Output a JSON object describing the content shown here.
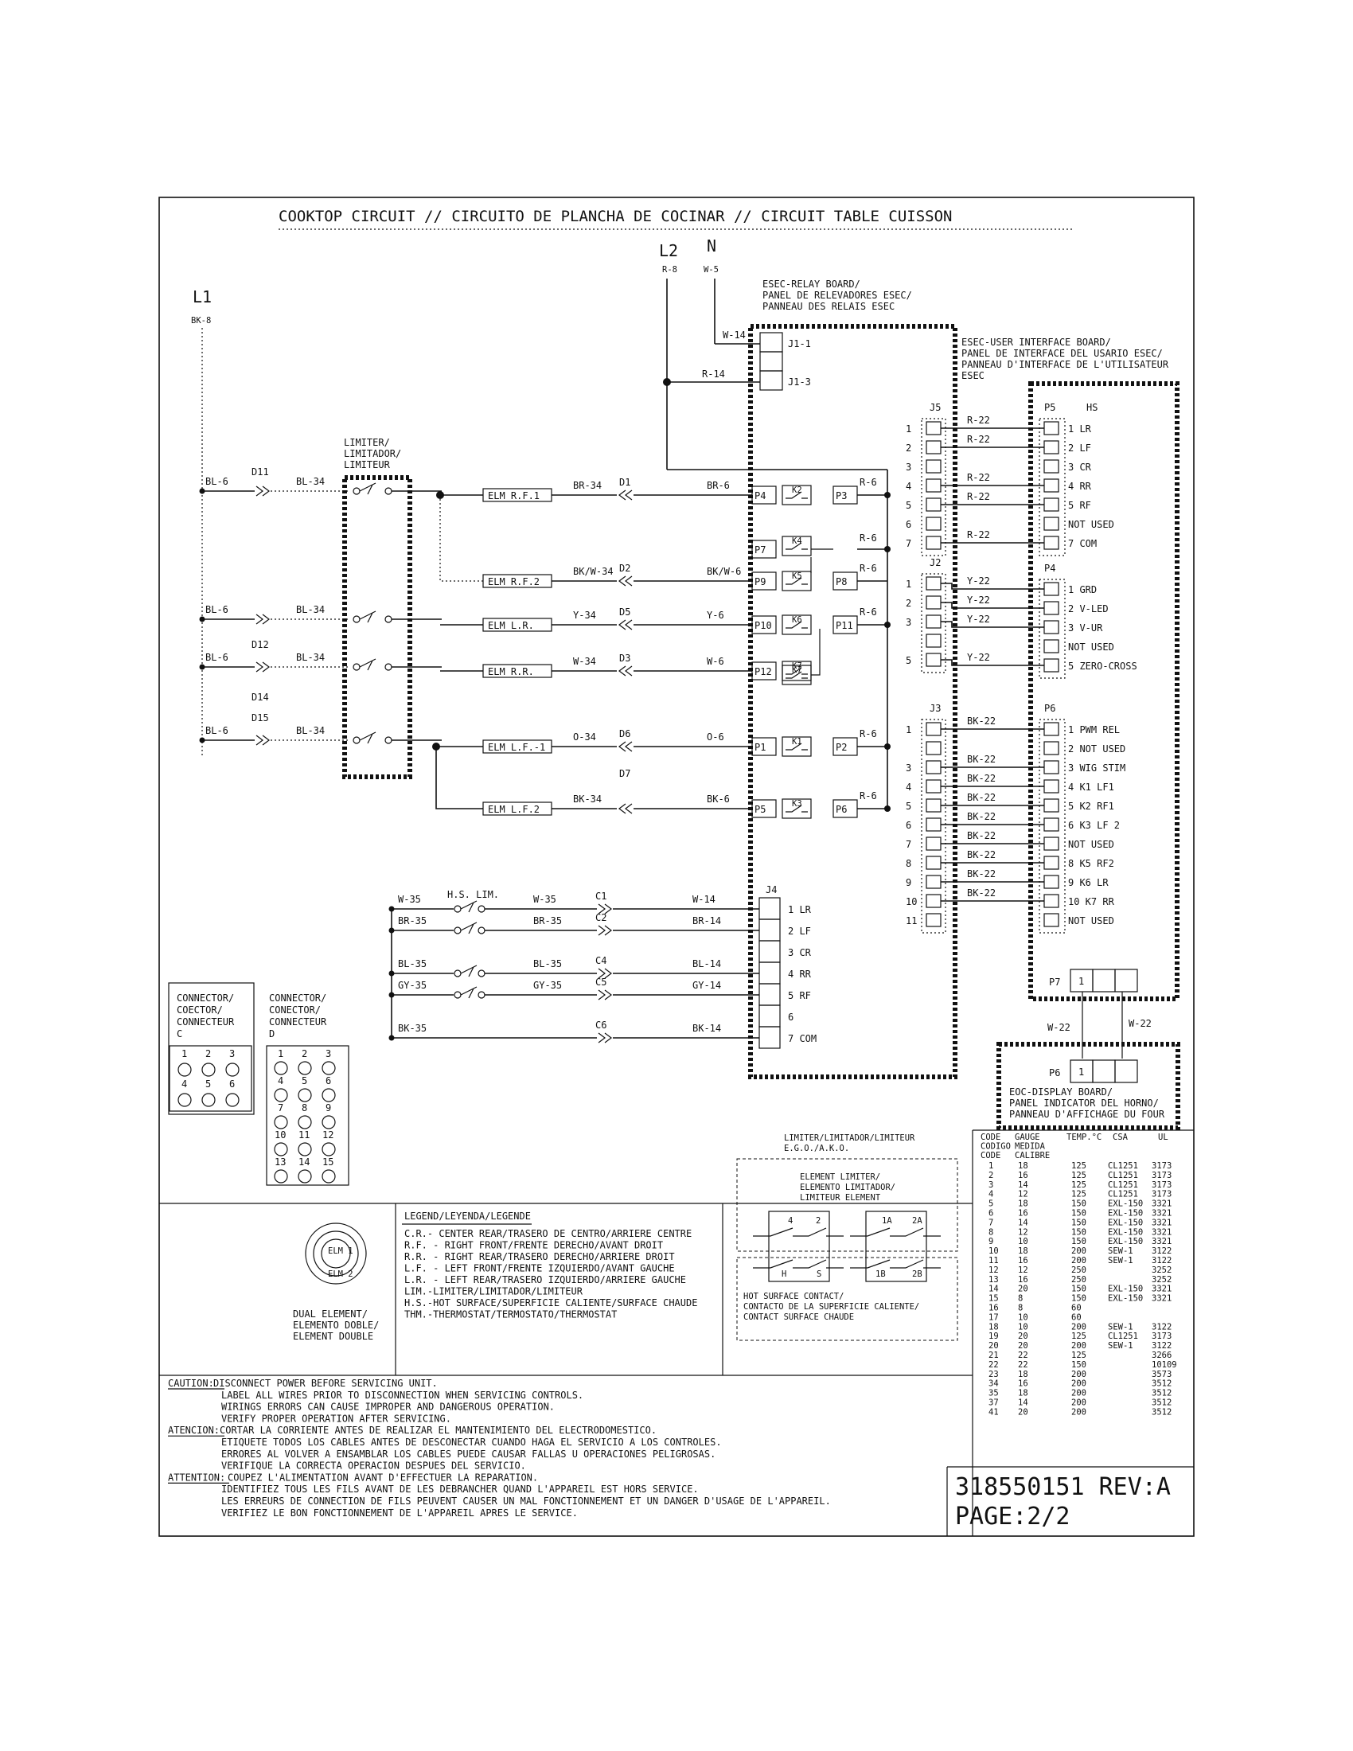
{
  "title": "COOKTOP CIRCUIT // CIRCUITO DE PLANCHA DE COCINAR // CIRCUIT TABLE CUISSON",
  "supply": {
    "l1": "L1",
    "l1_wire": "BK-8",
    "l2": "L2",
    "l2_wire": "R-8",
    "n": "N",
    "n_wire": "W-5"
  },
  "relay_board": {
    "label": [
      "ESEC-RELAY BOARD/",
      "PANEL DE RELEVADORES ESEC/",
      "PANNEAU DES RELAIS ESEC"
    ],
    "j1": [
      "J1-1",
      "J1-3"
    ],
    "j1_wires": [
      "W-14",
      "R-14"
    ]
  },
  "ui_board": {
    "label": [
      "ESEC-USER INTERFACE BOARD/",
      "PANEL DE INTERFACE DEL USARIO ESEC/",
      "PANNEAU D'INTERFACE DE L'UTILISATEUR",
      "ESEC"
    ]
  },
  "limiter_label": [
    "LIMITER/",
    "LIMITADOR/",
    "LIMITEUR"
  ],
  "elements": [
    {
      "name": "ELM R.F.1",
      "wire": "BR-34",
      "conn": "D1",
      "out": "BR-6",
      "relay": "K2",
      "pin_a": "P4",
      "pin_b": "P3",
      "r": "R-6"
    },
    {
      "name": "ELM R.F.2",
      "wire": "BK/W-34",
      "conn": "D2",
      "out": "BK/W-6",
      "relay": "K5",
      "pin_a": "P9",
      "pin_b": "P8",
      "r": "R-6",
      "relay2": "K4",
      "pin_c": "P7"
    },
    {
      "name": "ELM L.R.",
      "wire": "Y-34",
      "conn": "D5",
      "out": "Y-6",
      "relay": "K6",
      "pin_a": "P10",
      "pin_b": "P11",
      "r": "R-6"
    },
    {
      "name": "ELM R.R.",
      "wire": "W-34",
      "conn": "D3",
      "out": "W-6",
      "relay": "K7",
      "pin_a": "P12"
    },
    {
      "name": "ELM L.F.-1",
      "wire": "O-34",
      "conn": "D6",
      "out": "O-6",
      "relay": "K1",
      "pin_a": "P1",
      "pin_b": "P2",
      "r": "R-6",
      "extra": "D7"
    },
    {
      "name": "ELM L.F.2",
      "wire": "BK-34",
      "conn": "",
      "out": "BK-6",
      "relay": "K3",
      "pin_a": "P5",
      "pin_b": "P6",
      "r": "R-6"
    }
  ],
  "feeds": [
    {
      "wire": "BL-6",
      "conn": "D11",
      "out": "BL-34"
    },
    {
      "wire": "BL-6",
      "conn": "",
      "out": "BL-34"
    },
    {
      "wire": "BL-6",
      "conn": "D12",
      "out": "BL-34",
      "extra": "D14"
    },
    {
      "wire": "BL-6",
      "conn": "D15",
      "out": "BL-34"
    }
  ],
  "j5": {
    "name": "J5",
    "pins": [
      "1",
      "2",
      "3",
      "4",
      "5",
      "6",
      "7"
    ]
  },
  "j2": {
    "name": "J2",
    "pins": [
      "1",
      "2",
      "3",
      "",
      "5"
    ]
  },
  "j3": {
    "name": "J3",
    "pins": [
      "1",
      "",
      "3",
      "4",
      "5",
      "6",
      "7",
      "8",
      "9",
      "10",
      "11"
    ]
  },
  "p5": {
    "name": "P5",
    "head": "HS",
    "rows": [
      "1  LR",
      "2  LF",
      "3  CR",
      "4  RR",
      "5  RF",
      "NOT USED",
      "7  COM"
    ],
    "wires": [
      "R-22",
      "R-22",
      "",
      "R-22",
      "R-22",
      "",
      "R-22"
    ]
  },
  "p4": {
    "name": "P4",
    "rows": [
      "1  GRD",
      "2  V-LED",
      "3  V-UR",
      "NOT USED",
      "5  ZERO-CROSS"
    ],
    "wires": [
      "Y-22",
      "Y-22",
      "Y-22",
      "",
      "Y-22"
    ]
  },
  "p6": {
    "name": "P6",
    "rows": [
      "1  PWM REL",
      "2  NOT USED",
      "3  WIG STIM",
      "4  K1  LF1",
      "5  K2  RF1",
      "6  K3  LF 2",
      "NOT USED",
      "8  K5  RF2",
      "9  K6  LR",
      "10 K7  RR",
      "NOT USED"
    ],
    "wires": [
      "BK-22",
      "",
      "BK-22",
      "BK-22",
      "BK-22",
      "BK-22",
      "BK-22",
      "BK-22",
      "BK-22",
      "BK-22",
      ""
    ]
  },
  "j4": {
    "name": "J4",
    "rows": [
      "1  LR",
      "2  LF",
      "3  CR",
      "4  RR",
      "5  RF",
      "6",
      "7  COM"
    ]
  },
  "hs_lines": [
    {
      "left": "W-35",
      "mid": "W-35",
      "conn": "C1",
      "right": "W-14"
    },
    {
      "left": "BR-35",
      "mid": "BR-35",
      "conn": "C2",
      "right": "BR-14"
    },
    {
      "left": "BL-35",
      "mid": "BL-35",
      "conn": "C4",
      "right": "BL-14"
    },
    {
      "left": "GY-35",
      "mid": "GY-35",
      "conn": "C5",
      "right": "GY-14"
    },
    {
      "left": "BK-35",
      "mid": "",
      "conn": "C6",
      "right": "BK-14"
    }
  ],
  "hs_label": "H.S. LIM.",
  "p7": {
    "name": "P7",
    "pin": "1",
    "wires": [
      "W-22",
      "W-22"
    ]
  },
  "eoc": {
    "pin_name": "P6",
    "pin": "1",
    "label": [
      "EOC-DISPLAY BOARD/",
      "PANEL INDICATOR DEL HORNO/",
      "PANNEAU D'AFFICHAGE DU FOUR"
    ]
  },
  "connector_c": {
    "label": [
      "CONNECTOR/",
      "COECTOR/",
      "CONNECTEUR",
      "C"
    ],
    "pins": [
      "1",
      "2",
      "3",
      "4",
      "5",
      "6"
    ]
  },
  "connector_d": {
    "label": [
      "CONNECTOR/",
      "CONECTOR/",
      "CONNECTEUR",
      "D"
    ],
    "pins": [
      "1",
      "2",
      "3",
      "4",
      "5",
      "6",
      "7",
      "8",
      "9",
      "10",
      "11",
      "12",
      "13",
      "14",
      "15"
    ]
  },
  "limiter_box": {
    "top": [
      "LIMITER/LIMITADOR/LIMITEUR",
      "E.G.O./A.K.O."
    ],
    "inner": [
      "ELEMENT LIMITER/",
      "ELEMENTO LIMITADOR/",
      "LIMITEUR ELEMENT"
    ],
    "pins_a": [
      "4",
      "2",
      "H",
      "S"
    ],
    "pins_b": [
      "1A",
      "2A",
      "1B",
      "2B"
    ],
    "hot": [
      "HOT SURFACE CONTACT/",
      "CONTACTO DE LA SUPERFICIE CALIENTE/",
      "CONTACT SURFACE CHAUDE"
    ]
  },
  "dual": {
    "elm1": "ELM 1",
    "elm2": "ELM 2",
    "label": [
      "DUAL ELEMENT/",
      "ELEMENTO DOBLE/",
      "ELEMENT DOUBLE"
    ]
  },
  "legend": {
    "title": "LEGEND/LEYENDA/LEGENDE",
    "lines": [
      "C.R.- CENTER REAR/TRASERO DE CENTRO/ARRIERE CENTRE",
      "R.F. - RIGHT FRONT/FRENTE DERECHO/AVANT DROIT",
      "R.R. - RIGHT REAR/TRASERO DERECHO/ARRIERE DROIT",
      "L.F. - LEFT FRONT/FRENTE IZQUIERDO/AVANT GAUCHE",
      "L.R. - LEFT REAR/TRASERO IZQUIERDO/ARRIERE GAUCHE",
      "LIM.-LIMITER/LIMITADOR/LIMITEUR",
      "H.S.-HOT SURFACE/SUPERFICIE CALIENTE/SURFACE CHAUDE",
      "THM.-THERMOSTAT/TERMOSTATO/THERMOSTAT"
    ]
  },
  "caution": {
    "lines": [
      {
        "tag": "CAUTION:",
        "text": "DISCONNECT POWER BEFORE SERVICING UNIT."
      },
      {
        "tag": "",
        "text": "LABEL ALL WIRES PRIOR TO DISCONNECTION WHEN SERVICING CONTROLS."
      },
      {
        "tag": "",
        "text": "WIRINGS ERRORS CAN CAUSE IMPROPER AND DANGEROUS OPERATION."
      },
      {
        "tag": "",
        "text": "VERIFY PROPER OPERATION AFTER SERVICING."
      },
      {
        "tag": "ATENCION:",
        "text": "CORTAR LA CORRIENTE ANTES DE REALIZAR EL MANTENIMIENTO DEL ELECTRODOMESTICO."
      },
      {
        "tag": "",
        "text": "ETIQUETE TODOS LOS CABLES ANTES DE DESCONECTAR CUANDO HAGA EL SERVICIO A LOS CONTROLES."
      },
      {
        "tag": "",
        "text": "ERRORES AL VOLVER A ENSAMBLAR LOS CABLES PUEDE CAUSAR FALLAS U OPERACIONES PELIGROSAS."
      },
      {
        "tag": "",
        "text": "VERIFIQUE LA CORRECTA OPERACION DESPUES DEL SERVICIO."
      },
      {
        "tag": "ATTENTION:",
        "text": "COUPEZ L'ALIMENTATION AVANT D'EFFECTUER LA REPARATION."
      },
      {
        "tag": "",
        "text": "IDENTIFIEZ TOUS LES FILS AVANT DE LES DEBRANCHER QUAND L'APPAREIL EST HORS SERVICE."
      },
      {
        "tag": "",
        "text": "LES ERREURS DE CONNECTION DE FILS PEUVENT CAUSER UN MAL FONCTIONNEMENT ET UN DANGER D'USAGE DE L'APPAREIL."
      },
      {
        "tag": "",
        "text": "VERIFIEZ LE BON FONCTIONNEMENT DE L'APPAREIL APRES LE SERVICE."
      }
    ]
  },
  "code_table": {
    "headers": [
      [
        "CODE",
        "CODIGO",
        "CODE"
      ],
      [
        "GAUGE",
        "MEDIDA",
        "CALIBRE"
      ],
      [
        "TEMP.°C"
      ],
      [
        "CSA"
      ],
      [
        "UL"
      ]
    ],
    "rows": [
      [
        "1",
        "18",
        "125",
        "CL1251",
        "3173"
      ],
      [
        "2",
        "16",
        "125",
        "CL1251",
        "3173"
      ],
      [
        "3",
        "14",
        "125",
        "CL1251",
        "3173"
      ],
      [
        "4",
        "12",
        "125",
        "CL1251",
        "3173"
      ],
      [
        "5",
        "18",
        "150",
        "EXL-150",
        "3321"
      ],
      [
        "6",
        "16",
        "150",
        "EXL-150",
        "3321"
      ],
      [
        "7",
        "14",
        "150",
        "EXL-150",
        "3321"
      ],
      [
        "8",
        "12",
        "150",
        "EXL-150",
        "3321"
      ],
      [
        "9",
        "10",
        "150",
        "EXL-150",
        "3321"
      ],
      [
        "10",
        "18",
        "200",
        "SEW-1",
        "3122"
      ],
      [
        "11",
        "16",
        "200",
        "SEW-1",
        "3122"
      ],
      [
        "12",
        "12",
        "250",
        "",
        "3252"
      ],
      [
        "13",
        "16",
        "250",
        "",
        "3252"
      ],
      [
        "14",
        "20",
        "150",
        "EXL-150",
        "3321"
      ],
      [
        "15",
        "8",
        "150",
        "EXL-150",
        "3321"
      ],
      [
        "16",
        "8",
        "60",
        "",
        ""
      ],
      [
        "17",
        "10",
        "60",
        "",
        ""
      ],
      [
        "18",
        "10",
        "200",
        "SEW-1",
        "3122"
      ],
      [
        "19",
        "20",
        "125",
        "CL1251",
        "3173"
      ],
      [
        "20",
        "20",
        "200",
        "SEW-1",
        "3122"
      ],
      [
        "21",
        "22",
        "125",
        "",
        "3266"
      ],
      [
        "22",
        "22",
        "150",
        "",
        "10109"
      ],
      [
        "23",
        "18",
        "200",
        "",
        "3573"
      ],
      [
        "34",
        "16",
        "200",
        "",
        "3512"
      ],
      [
        "35",
        "18",
        "200",
        "",
        "3512"
      ],
      [
        "37",
        "14",
        "200",
        "",
        "3512"
      ],
      [
        "41",
        "20",
        "200",
        "",
        "3512"
      ]
    ]
  },
  "part_number": "318550151 REV:A",
  "page": "PAGE:2/2"
}
